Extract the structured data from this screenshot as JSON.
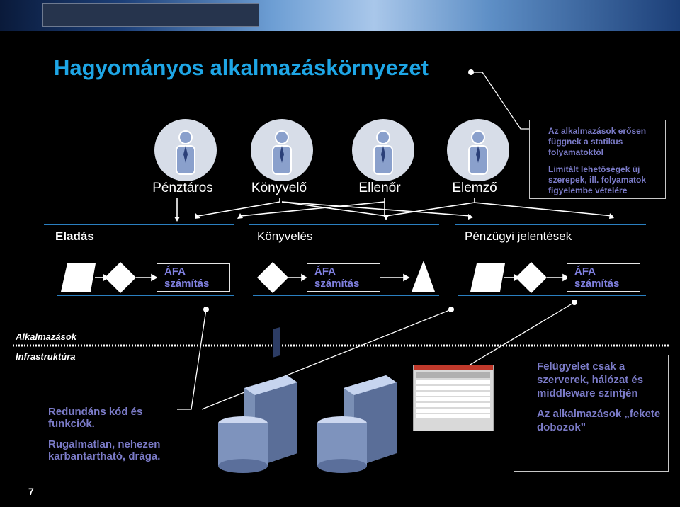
{
  "title": "Hagyományos alkalmazáskörnyezet",
  "people": [
    {
      "label": "Pénztáros",
      "icon": "person-icon"
    },
    {
      "label": "Könyvelő",
      "icon": "person-icon"
    },
    {
      "label": "Ellenőr",
      "icon": "person-icon"
    },
    {
      "label": "Elemző",
      "icon": "person-icon"
    }
  ],
  "info_box": {
    "line1": "Az alkalmazások erősen függnek a statikus folyamatoktól",
    "line2": "Limitált lehetőségek új szerepek, ill. folyamatok figyelembe vételére"
  },
  "processes": [
    "Eladás",
    "Könyvelés",
    "Pénzügyi jelentések"
  ],
  "vat_boxes": [
    "ÁFA számítás",
    "ÁFA számítás",
    "ÁFA számítás"
  ],
  "layers": {
    "applications": "Alkalmazások",
    "infrastructure": "Infrastruktúra"
  },
  "left_box": {
    "line1": "Redundáns kód és funkciók.",
    "line2": "Rugalmatlan, nehezen karbantartható, drága."
  },
  "right_box": {
    "line1": "Felügyelet csak a szerverek, hálózat és middleware szintjén",
    "line2": "Az alkalmazások „fekete dobozok”"
  },
  "page_number": "7",
  "colors": {
    "title": "#1ea6e6",
    "note_text": "#7b7bc8",
    "vat_text": "#8080e0",
    "divider": "#2a7fc0"
  }
}
